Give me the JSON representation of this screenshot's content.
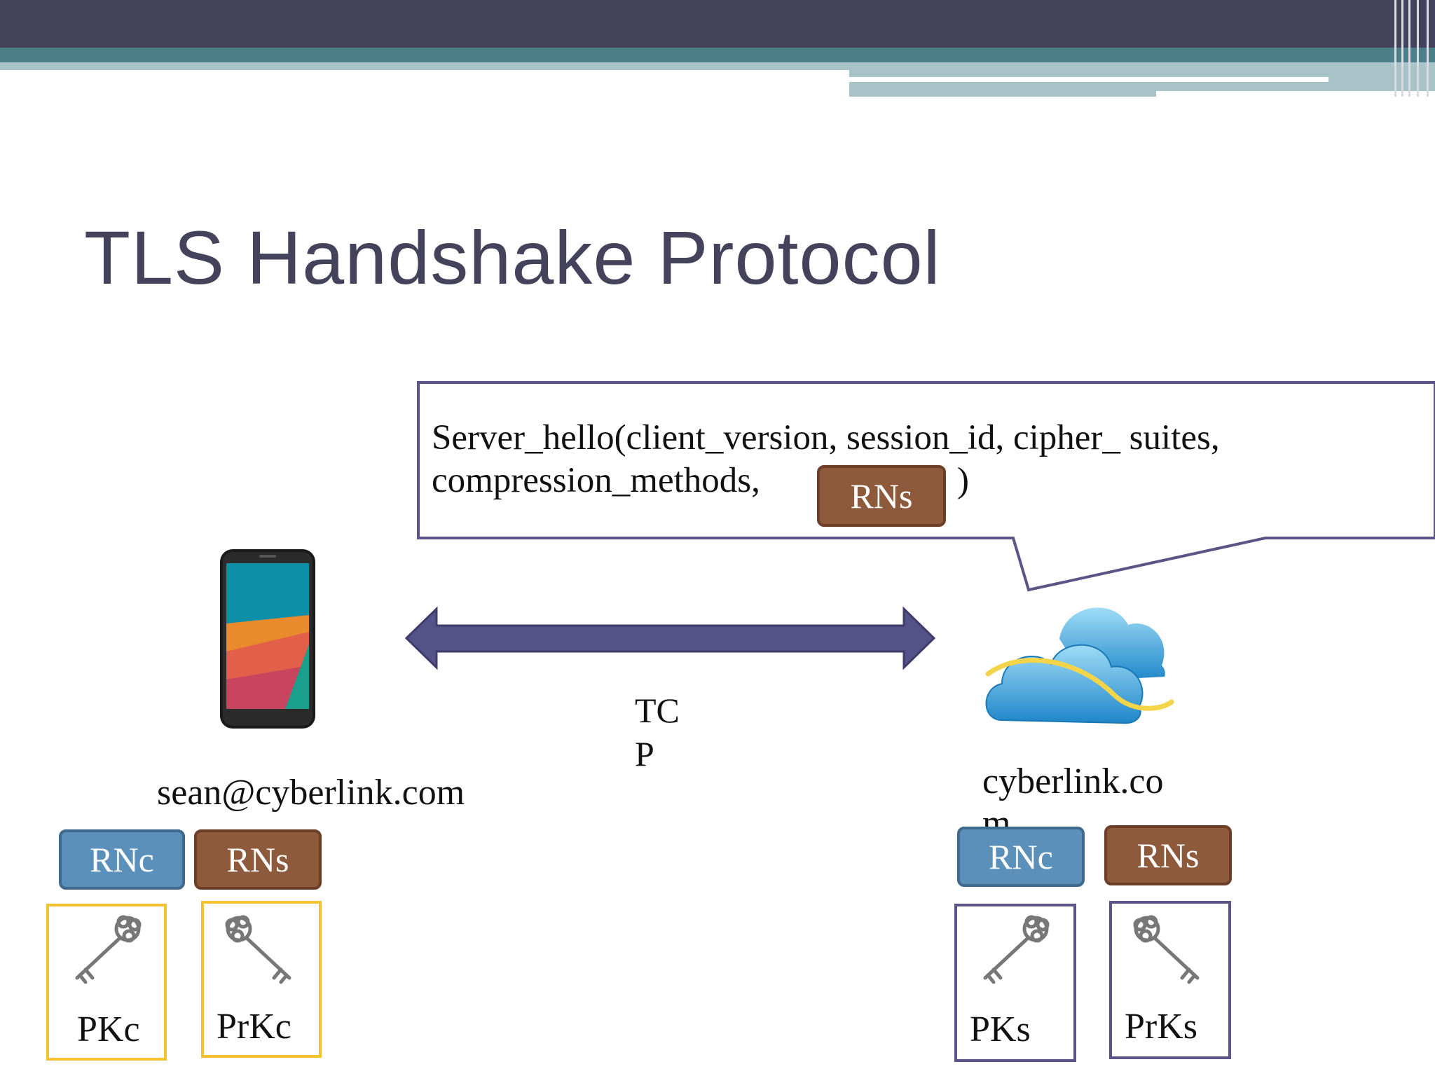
{
  "slide": {
    "title": "TLS Handshake Protocol"
  },
  "message": {
    "line1": "Server_hello(client_version, session_id, cipher_ suites,",
    "line2": "compression_methods,",
    "inline_tag": "RNs",
    "closing": ")"
  },
  "connection": {
    "label": "TCP"
  },
  "client": {
    "address": "sean@cyberlink.com",
    "tags": [
      "RNc",
      "RNs"
    ],
    "keys": [
      "PKc",
      "PrKc"
    ]
  },
  "server": {
    "address": "cyberlink.com",
    "tags": [
      "RNc",
      "RNs"
    ],
    "keys": [
      "PKs",
      "PrKs"
    ]
  },
  "colors": {
    "header_dark": "#45425b",
    "header_teal": "#4b8088",
    "header_light": "#a8c3c7",
    "rns_tag": "#8d5a3c",
    "rnc_tag": "#5b90bb",
    "client_key_border": "#f2c230",
    "server_key_border": "#5a5487",
    "arrow": "#55528a"
  },
  "icons": [
    "smartphone-icon",
    "cloud-icon",
    "key-icon"
  ]
}
